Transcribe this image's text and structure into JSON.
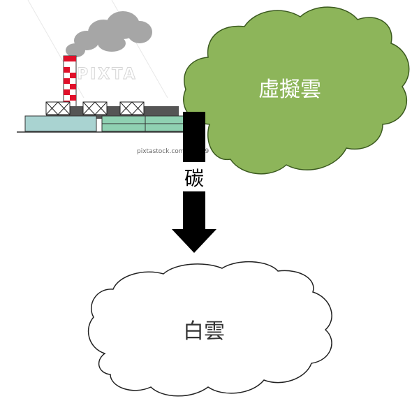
{
  "virtual_cloud": {
    "label": "虛擬雲",
    "fill": "#8db55a",
    "stroke": "#3b5a1f"
  },
  "white_cloud": {
    "label": "白雲",
    "fill": "#ffffff",
    "stroke": "#222222"
  },
  "arrow": {
    "label": "碳",
    "color": "#000000"
  },
  "factory": {
    "smoke_color": "#a6a6a6",
    "chimney_red": "#e0102a",
    "roof_color": "#555555",
    "building_teal": "#a9d3d1",
    "building_green": "#8fd1b2"
  },
  "watermark": {
    "logo_text": "PIXTA",
    "caption": "pixtastock.com - 6...19"
  }
}
